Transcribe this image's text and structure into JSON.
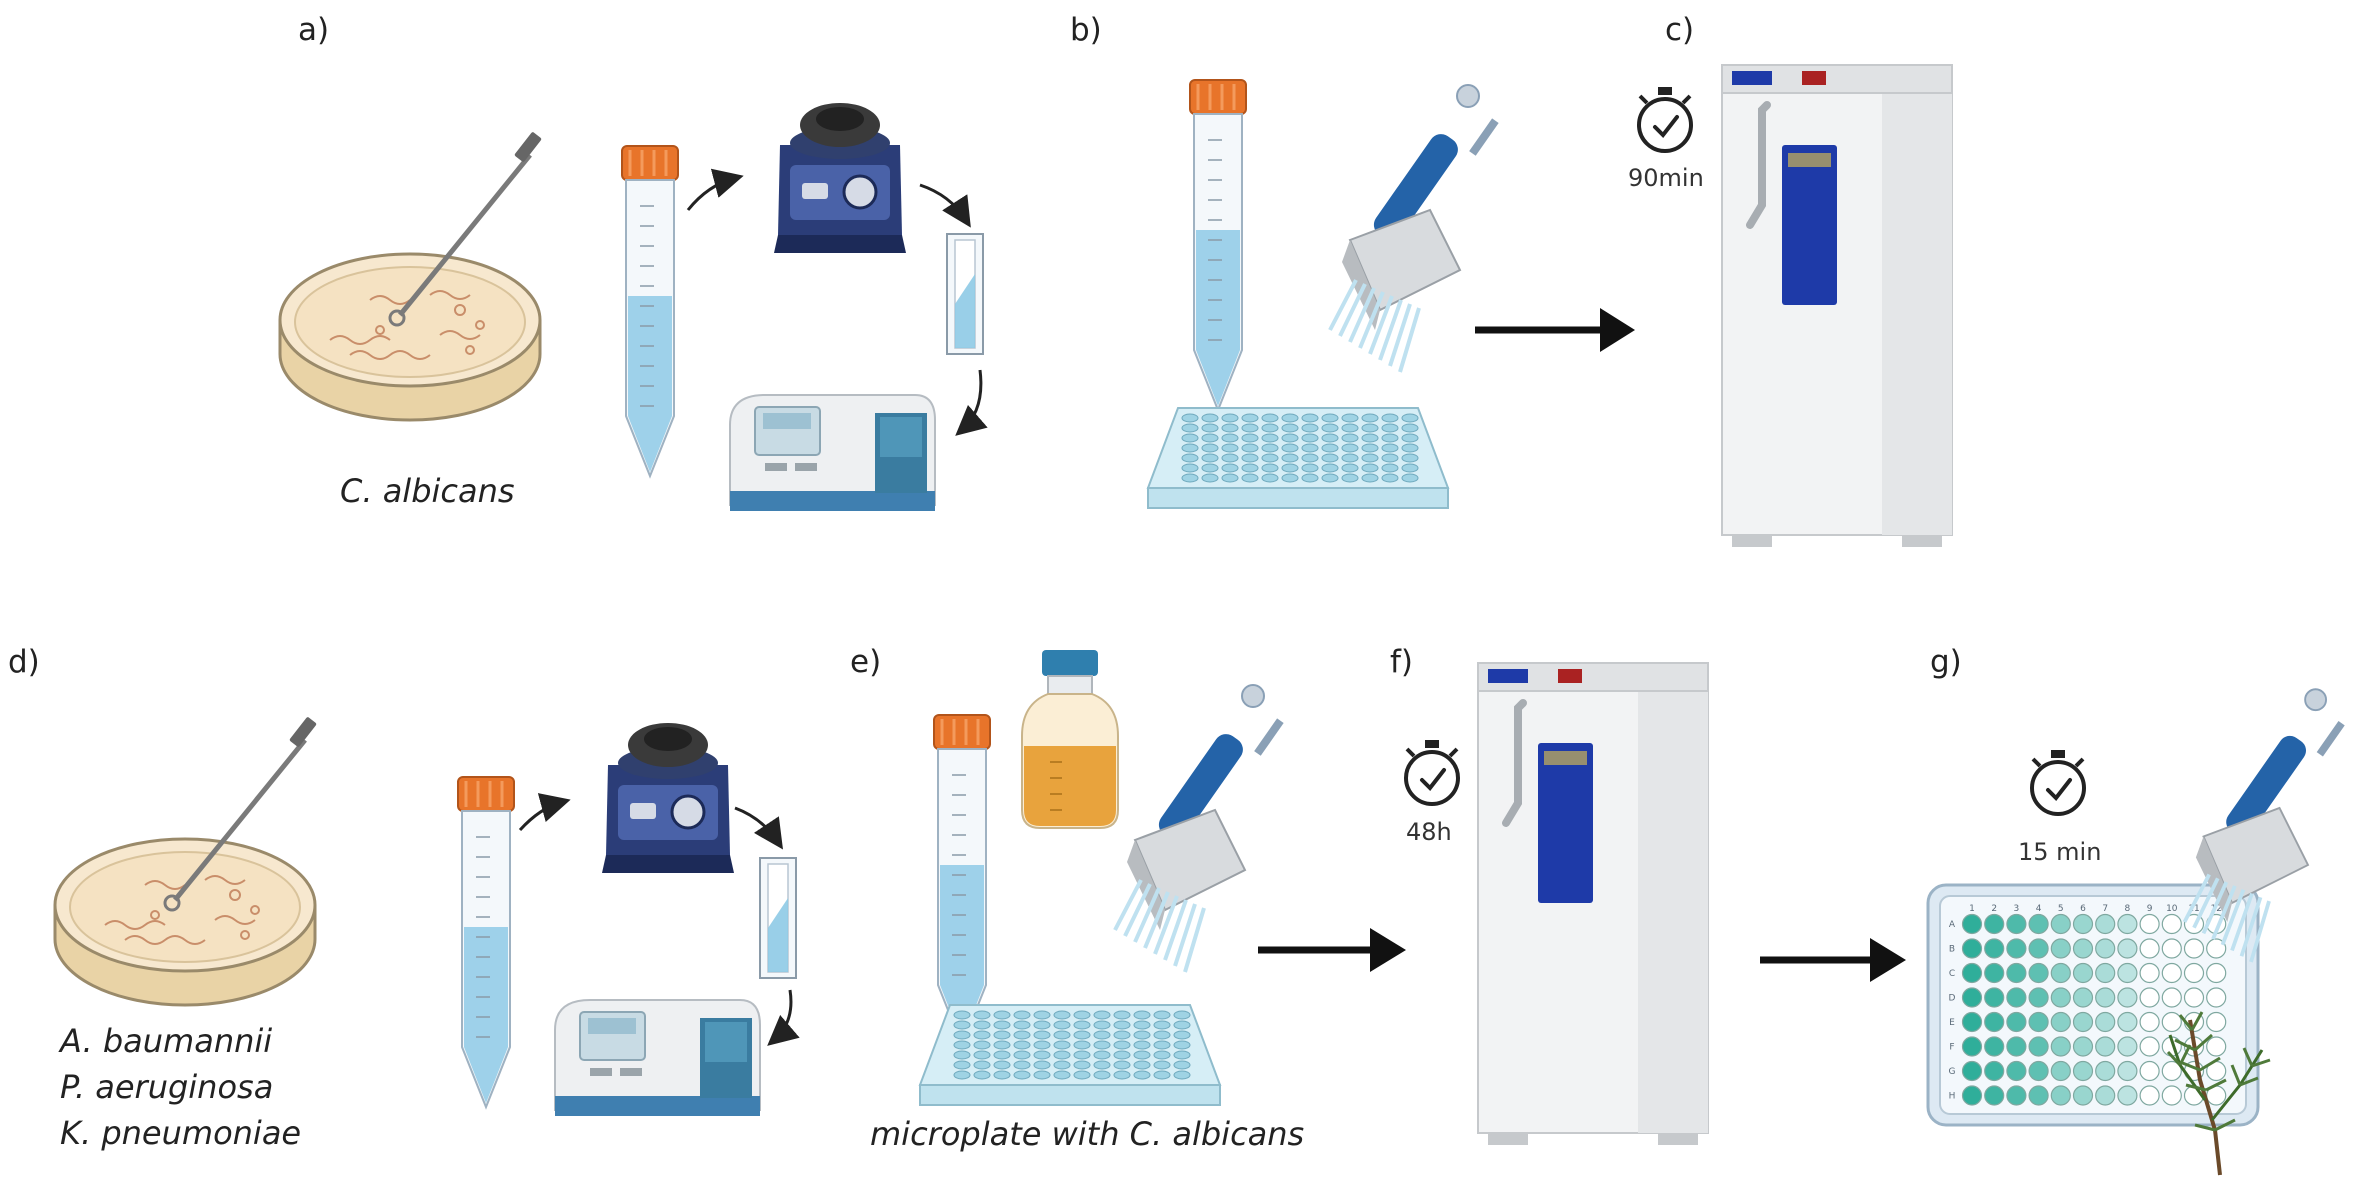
{
  "panels": {
    "a": "a)",
    "b": "b)",
    "c": "c)",
    "d": "d)",
    "e": "e)",
    "f": "f)",
    "g": "g)"
  },
  "captions": {
    "candida": "C. albicans",
    "bacteria": [
      "A. baumannii",
      "P. aeruginosa",
      "K. pneumoniae"
    ],
    "microplate": "microplate with C. albicans"
  },
  "timers": {
    "c": "90min",
    "f": "48h",
    "g": "15 min"
  },
  "plate_rows": [
    "A",
    "B",
    "C",
    "D",
    "E",
    "F",
    "G",
    "H"
  ],
  "plate_cols": [
    "1",
    "2",
    "3",
    "4",
    "5",
    "6",
    "7",
    "8",
    "9",
    "10",
    "11",
    "12"
  ],
  "colors": {
    "tube_cap": "#e8742a",
    "liquid": "#8ecae6",
    "vortex": "#2b3d78",
    "incubator_panel": "#1e3aa8",
    "broth": "#e8a33d",
    "well_fill": "#2fae9a",
    "arrow": "#111111"
  }
}
